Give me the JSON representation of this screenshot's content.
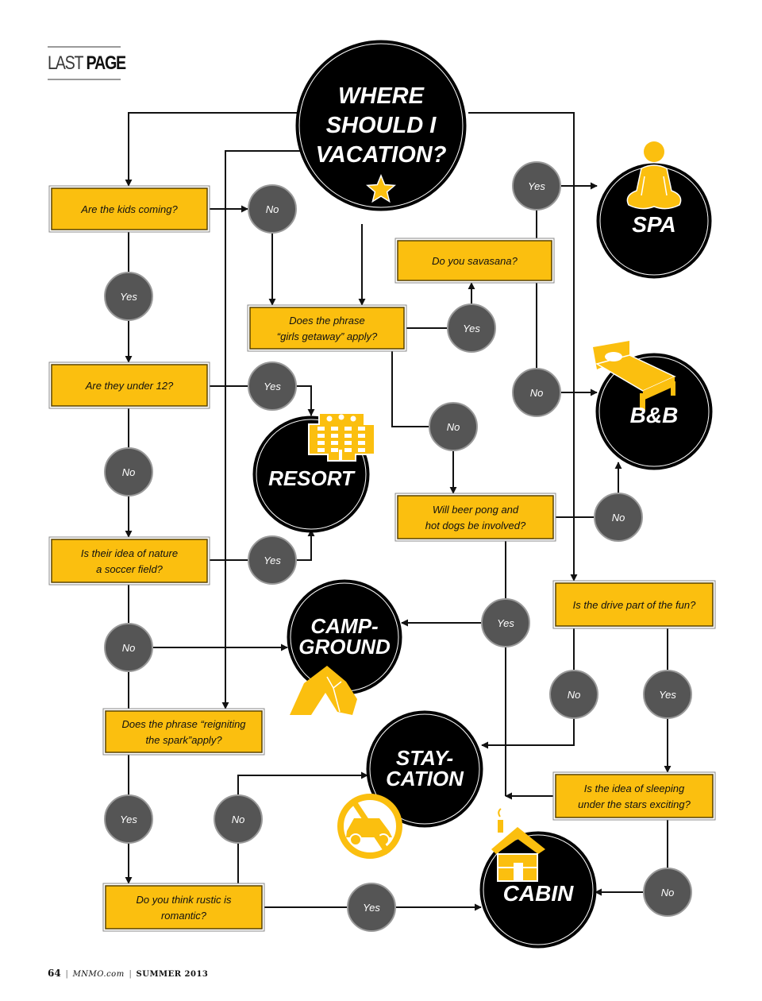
{
  "header": {
    "section_light": "LAST",
    "section_bold": "PAGE"
  },
  "footer": {
    "page_number": "64",
    "site": "MNMO.com",
    "issue": "SUMMER 2013"
  },
  "colors": {
    "question_fill": "#fbbf0f",
    "answer_fill": "#555555",
    "destination_fill": "#000000",
    "icon_fill": "#fbbf0f",
    "line": "#111111"
  },
  "start": {
    "lines": [
      "WHERE",
      "SHOULD I",
      "VACATION?"
    ],
    "icon": "star-icon"
  },
  "questions": [
    {
      "id": "q-kids",
      "lines": [
        "Are the kids coming?"
      ]
    },
    {
      "id": "q-under12",
      "lines": [
        "Are they under 12?"
      ]
    },
    {
      "id": "q-nature",
      "lines": [
        "Is their idea of nature",
        "a soccer field?"
      ]
    },
    {
      "id": "q-spark",
      "lines": [
        "Does the phrase “reigniting",
        "the spark”apply?"
      ]
    },
    {
      "id": "q-rustic",
      "lines": [
        "Do you think rustic is",
        "romantic?"
      ]
    },
    {
      "id": "q-girls",
      "lines": [
        "Does the phrase",
        "“girls getaway” apply?"
      ]
    },
    {
      "id": "q-savasana",
      "lines": [
        "Do you savasana?"
      ]
    },
    {
      "id": "q-beerpong",
      "lines": [
        "Will beer pong and",
        "hot dogs be involved?"
      ]
    },
    {
      "id": "q-drive",
      "lines": [
        "Is the drive part of the fun?"
      ]
    },
    {
      "id": "q-stars",
      "lines": [
        "Is the idea of sleeping",
        "under the stars exciting?"
      ]
    }
  ],
  "answers": [
    {
      "id": "a-kids-no",
      "label": "No"
    },
    {
      "id": "a-kids-yes",
      "label": "Yes"
    },
    {
      "id": "a-under12-yes",
      "label": "Yes"
    },
    {
      "id": "a-under12-no",
      "label": "No"
    },
    {
      "id": "a-nature-yes",
      "label": "Yes"
    },
    {
      "id": "a-nature-no",
      "label": "No"
    },
    {
      "id": "a-spark-yes",
      "label": "Yes"
    },
    {
      "id": "a-rustic-no",
      "label": "No"
    },
    {
      "id": "a-rustic-yes",
      "label": "Yes"
    },
    {
      "id": "a-girls-yes",
      "label": "Yes"
    },
    {
      "id": "a-girls-no",
      "label": "No"
    },
    {
      "id": "a-savasana-yes",
      "label": "Yes"
    },
    {
      "id": "a-savasana-no",
      "label": "No"
    },
    {
      "id": "a-beer-no",
      "label": "No"
    },
    {
      "id": "a-beer-yes",
      "label": "Yes"
    },
    {
      "id": "a-drive-no",
      "label": "No"
    },
    {
      "id": "a-drive-yes",
      "label": "Yes"
    },
    {
      "id": "a-stars-no",
      "label": "No"
    }
  ],
  "destinations": [
    {
      "id": "d-spa",
      "lines": [
        "SPA"
      ],
      "icon": "meditation-icon"
    },
    {
      "id": "d-bnb",
      "lines": [
        "B&B"
      ],
      "icon": "bed-icon"
    },
    {
      "id": "d-resort",
      "lines": [
        "RESORT"
      ],
      "icon": "hotel-icon"
    },
    {
      "id": "d-campground",
      "lines": [
        "CAMP-",
        "GROUND"
      ],
      "icon": "tent-icon"
    },
    {
      "id": "d-staycation",
      "lines": [
        "STAY-",
        "CATION"
      ],
      "icon": "no-car-icon"
    },
    {
      "id": "d-cabin",
      "lines": [
        "CABIN"
      ],
      "icon": "cabin-icon"
    }
  ]
}
